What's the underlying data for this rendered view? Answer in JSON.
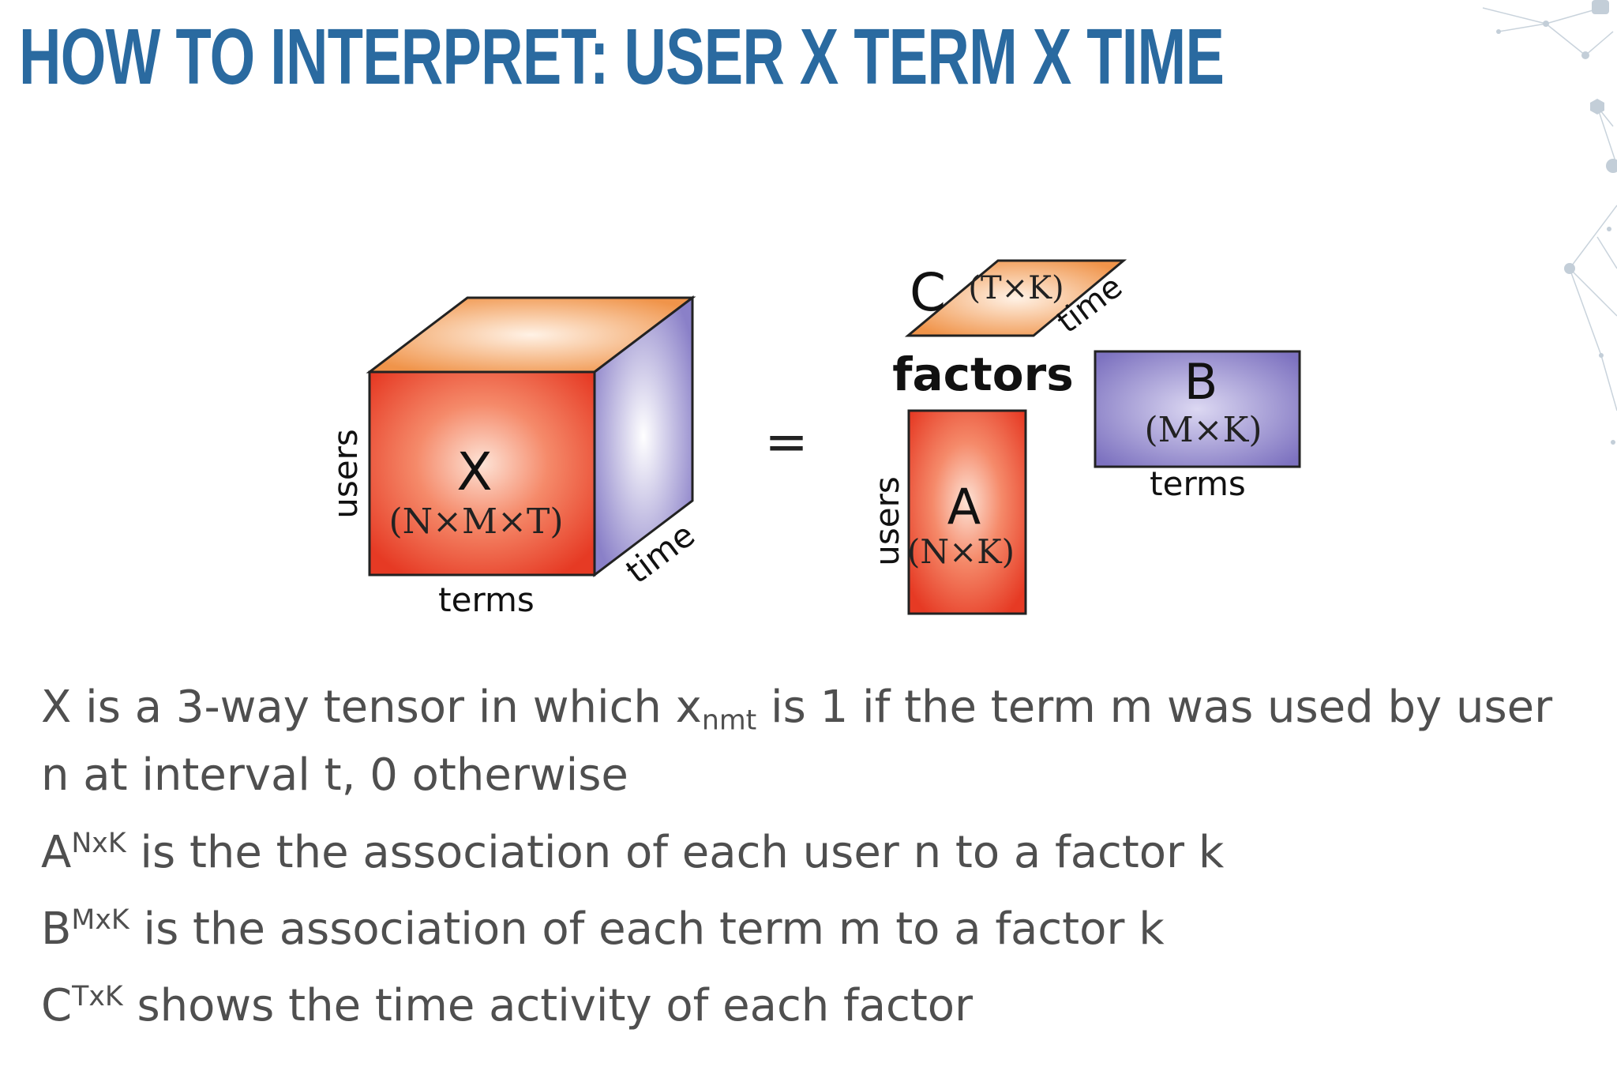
{
  "title": "HOW TO INTERPRET: USER X TERM X TIME",
  "diagram": {
    "tensor": {
      "symbol": "X",
      "dims": "(N×M×T)",
      "label_users": "users",
      "label_terms": "terms",
      "label_time": "time"
    },
    "equals": "=",
    "factors_label": "factors",
    "factor_a": {
      "symbol": "A",
      "dims": "(N×K)",
      "label": "users"
    },
    "factor_b": {
      "symbol": "B",
      "dims": "(M×K)",
      "label": "terms"
    },
    "factor_c": {
      "symbol": "C",
      "dims": "(T×K)",
      "label": "time"
    }
  },
  "description": {
    "line1": {
      "pre": "X is a 3-way tensor in which x",
      "sub": "nmt",
      "post": " is 1 if the term m was used by user"
    },
    "line2": "n at interval t, 0 otherwise",
    "line3": {
      "base": "A",
      "sup": "NxK",
      "text": " is the the association of each user n to a factor k"
    },
    "line4": {
      "base": "B",
      "sup": "MxK",
      "text": " is the association of each term m to a factor k"
    },
    "line5": {
      "base": "C",
      "sup": "TxK",
      "text": " shows the time activity of each factor"
    }
  },
  "colors": {
    "title": "#2a6aa0",
    "red_face": "#e8402a",
    "orange_face": "#f0944a",
    "purple_face": "#8a80c8",
    "body_text": "#4f4f4f"
  }
}
